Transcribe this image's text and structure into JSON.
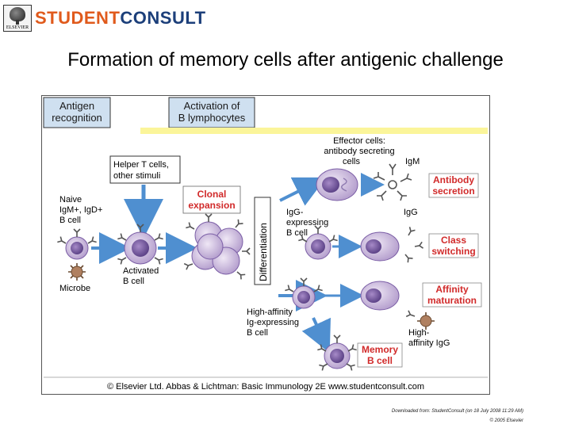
{
  "header": {
    "elsevier_mark": "ELSEVIER",
    "logo_word_1": "STUDENT",
    "logo_word_2": "CONSULT"
  },
  "slide": {
    "title": "Formation of memory cells after antigenic challenge"
  },
  "diagram": {
    "header_antigen_recognition_1": "Antigen",
    "header_antigen_recognition_2": "recognition",
    "header_activation_1": "Activation of",
    "header_activation_2": "B lymphocytes",
    "helper_t_1": "Helper T cells,",
    "helper_t_2": "other stimuli",
    "naive_1": "Naive",
    "naive_2": "IgM+, IgD+",
    "naive_3": "B cell",
    "microbe": "Microbe",
    "activated_1": "Activated",
    "activated_2": "B cell",
    "clonal_1": "Clonal",
    "clonal_2": "expansion",
    "differentiation": "Differentiation",
    "effector_1": "Effector cells:",
    "effector_2": "antibody secreting",
    "effector_3": "cells",
    "igm": "IgM",
    "antibody_secretion_1": "Antibody",
    "antibody_secretion_2": "secretion",
    "igg_expressing_1": "IgG-",
    "igg_expressing_2": "expressing",
    "igg_expressing_3": "B cell",
    "igg": "IgG",
    "class_switching_1": "Class",
    "class_switching_2": "switching",
    "affinity_maturation_1": "Affinity",
    "affinity_maturation_2": "maturation",
    "high_affinity_expr_1": "High-affinity",
    "high_affinity_expr_2": "Ig-expressing",
    "high_affinity_expr_3": "B cell",
    "high_affinity_igg_1": "High-",
    "high_affinity_igg_2": "affinity IgG",
    "memory_1": "Memory",
    "memory_2": "B cell",
    "copyright": "© Elsevier Ltd. Abbas & Lichtman: Basic Immunology 2E www.studentconsult.com"
  },
  "footer": {
    "downloaded": "Downloaded from: StudentConsult (on 18 July 2008 11:29 AM)",
    "copyright": "© 2005 Elsevier"
  },
  "colors": {
    "cell_fill": "#c9b6dc",
    "cell_nucleus": "#7b5ea6",
    "header_box": "#cfe0f0",
    "arrow_blue": "#4f8fd0",
    "label_red": "#d12a2a",
    "highlight_yellow": "#fbf59a"
  }
}
